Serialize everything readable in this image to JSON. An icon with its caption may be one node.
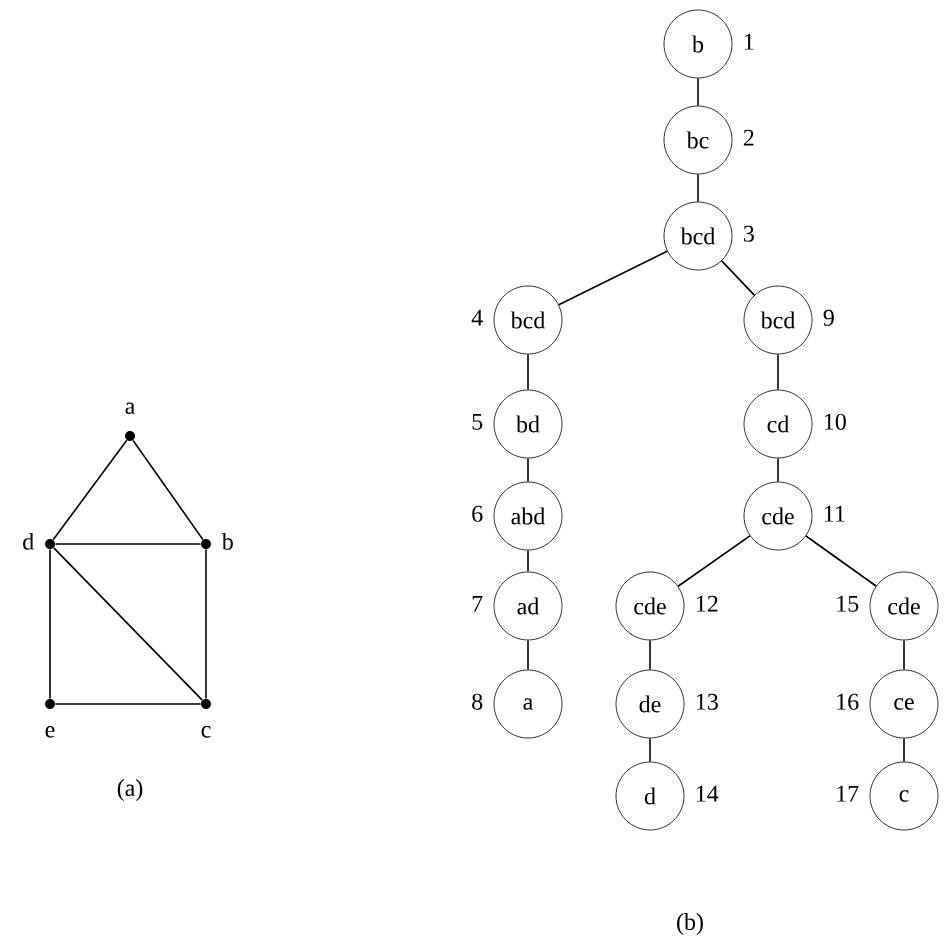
{
  "diagram": {
    "nodes": [
      {
        "text": [],
        "shape": "circle",
        "beside": [
          "a"
        ]
      },
      {
        "text": [],
        "shape": "circle",
        "beside": [
          "d"
        ]
      },
      {
        "text": [],
        "shape": "circle",
        "beside": [
          "b"
        ]
      },
      {
        "text": [],
        "shape": "circle",
        "beside": [
          "e"
        ]
      },
      {
        "text": [],
        "shape": "circle",
        "beside": [
          "c"
        ]
      },
      {
        "text": [
          "b"
        ],
        "beside": [
          "1"
        ]
      },
      {
        "text": [
          "bc"
        ],
        "beside": [
          "2"
        ]
      },
      {
        "text": [
          "bcd"
        ],
        "beside": [
          "3"
        ]
      },
      {
        "text": [
          "bcd"
        ],
        "beside": [
          "4"
        ]
      },
      {
        "text": [
          "bcd"
        ],
        "beside": [
          "9"
        ]
      },
      {
        "text": [
          "bd"
        ],
        "beside": [
          "5"
        ]
      },
      {
        "text": [
          "cd"
        ],
        "beside": [
          "10"
        ]
      },
      {
        "text": [
          "abd"
        ],
        "beside": [
          "6"
        ]
      },
      {
        "text": [
          "cde"
        ],
        "beside": [
          "11"
        ]
      },
      {
        "text": [
          "ad"
        ],
        "beside": [
          "7"
        ]
      },
      {
        "text": [
          "cde"
        ],
        "beside": [
          "12"
        ]
      },
      {
        "text": [
          "cde"
        ],
        "beside": [
          "15"
        ]
      },
      {
        "text": [
          "a"
        ],
        "beside": [
          "8"
        ]
      },
      {
        "text": [
          "de"
        ],
        "beside": [
          "13"
        ]
      },
      {
        "text": [
          "ce"
        ],
        "beside": [
          "16"
        ]
      },
      {
        "text": [
          "d"
        ],
        "beside": [
          "14"
        ]
      },
      {
        "text": [
          "c"
        ],
        "beside": [
          "17"
        ]
      }
    ],
    "edges": [
      {
        "from": 0,
        "to": 1,
        "arrow": "none"
      },
      {
        "from": 0,
        "to": 2,
        "arrow": "none"
      },
      {
        "from": 1,
        "to": 2,
        "arrow": "none"
      },
      {
        "from": 1,
        "to": 4,
        "arrow": "none"
      },
      {
        "from": 1,
        "to": 3,
        "arrow": "none"
      },
      {
        "from": 2,
        "to": 4,
        "arrow": "none"
      },
      {
        "from": 3,
        "to": 4,
        "arrow": "none"
      },
      {
        "from": 5,
        "to": 6,
        "arrow": "none"
      },
      {
        "from": 6,
        "to": 7,
        "arrow": "none"
      },
      {
        "from": 7,
        "to": 8,
        "arrow": "none"
      },
      {
        "from": 7,
        "to": 9,
        "arrow": "none"
      },
      {
        "from": 8,
        "to": 10,
        "arrow": "none"
      },
      {
        "from": 10,
        "to": 12,
        "arrow": "none"
      },
      {
        "from": 12,
        "to": 14,
        "arrow": "none"
      },
      {
        "from": 14,
        "to": 17,
        "arrow": "none"
      },
      {
        "from": 9,
        "to": 11,
        "arrow": "none"
      },
      {
        "from": 11,
        "to": 13,
        "arrow": "none"
      },
      {
        "from": 13,
        "to": 15,
        "arrow": "none"
      },
      {
        "from": 13,
        "to": 16,
        "arrow": "none"
      },
      {
        "from": 15,
        "to": 18,
        "arrow": "none"
      },
      {
        "from": 18,
        "to": 20,
        "arrow": "none"
      },
      {
        "from": 16,
        "to": 19,
        "arrow": "none"
      },
      {
        "from": 19,
        "to": 21,
        "arrow": "none"
      }
    ],
    "labels": [
      "(a)",
      "(b)"
    ]
  }
}
